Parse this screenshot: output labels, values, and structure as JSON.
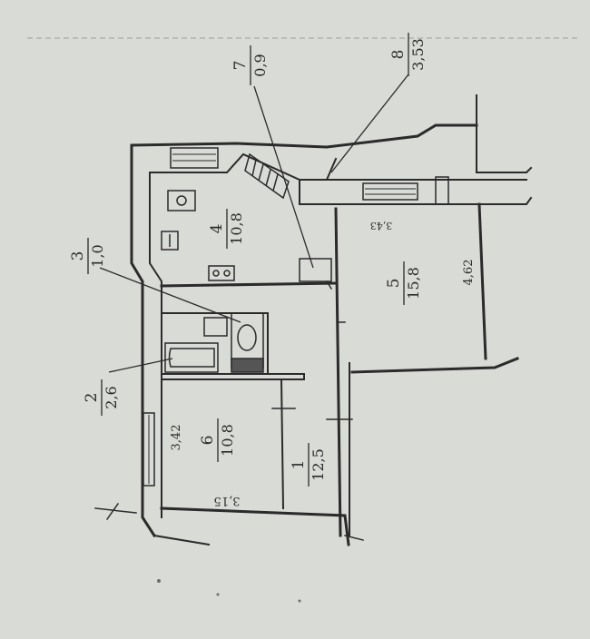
{
  "rooms": {
    "r1": {
      "number": "1",
      "area": "12,5"
    },
    "r2": {
      "number": "2",
      "area": "2,6"
    },
    "r3": {
      "number": "3",
      "area": "1,0"
    },
    "r4": {
      "number": "4",
      "area": "10,8"
    },
    "r5": {
      "number": "5",
      "area": "15,8"
    },
    "r6": {
      "number": "6",
      "area": "10,8"
    },
    "r7": {
      "number": "7",
      "area": "0,9"
    },
    "r8": {
      "number": "8",
      "area": "3,53"
    }
  },
  "dimensions": {
    "d_3_42": "3,42",
    "d_3_15": "3,15",
    "d_4_62": "4,62",
    "d_3_43": "3,43"
  },
  "colors": {
    "paper": "#d9dbd6",
    "ink": "#2b2b2b"
  }
}
